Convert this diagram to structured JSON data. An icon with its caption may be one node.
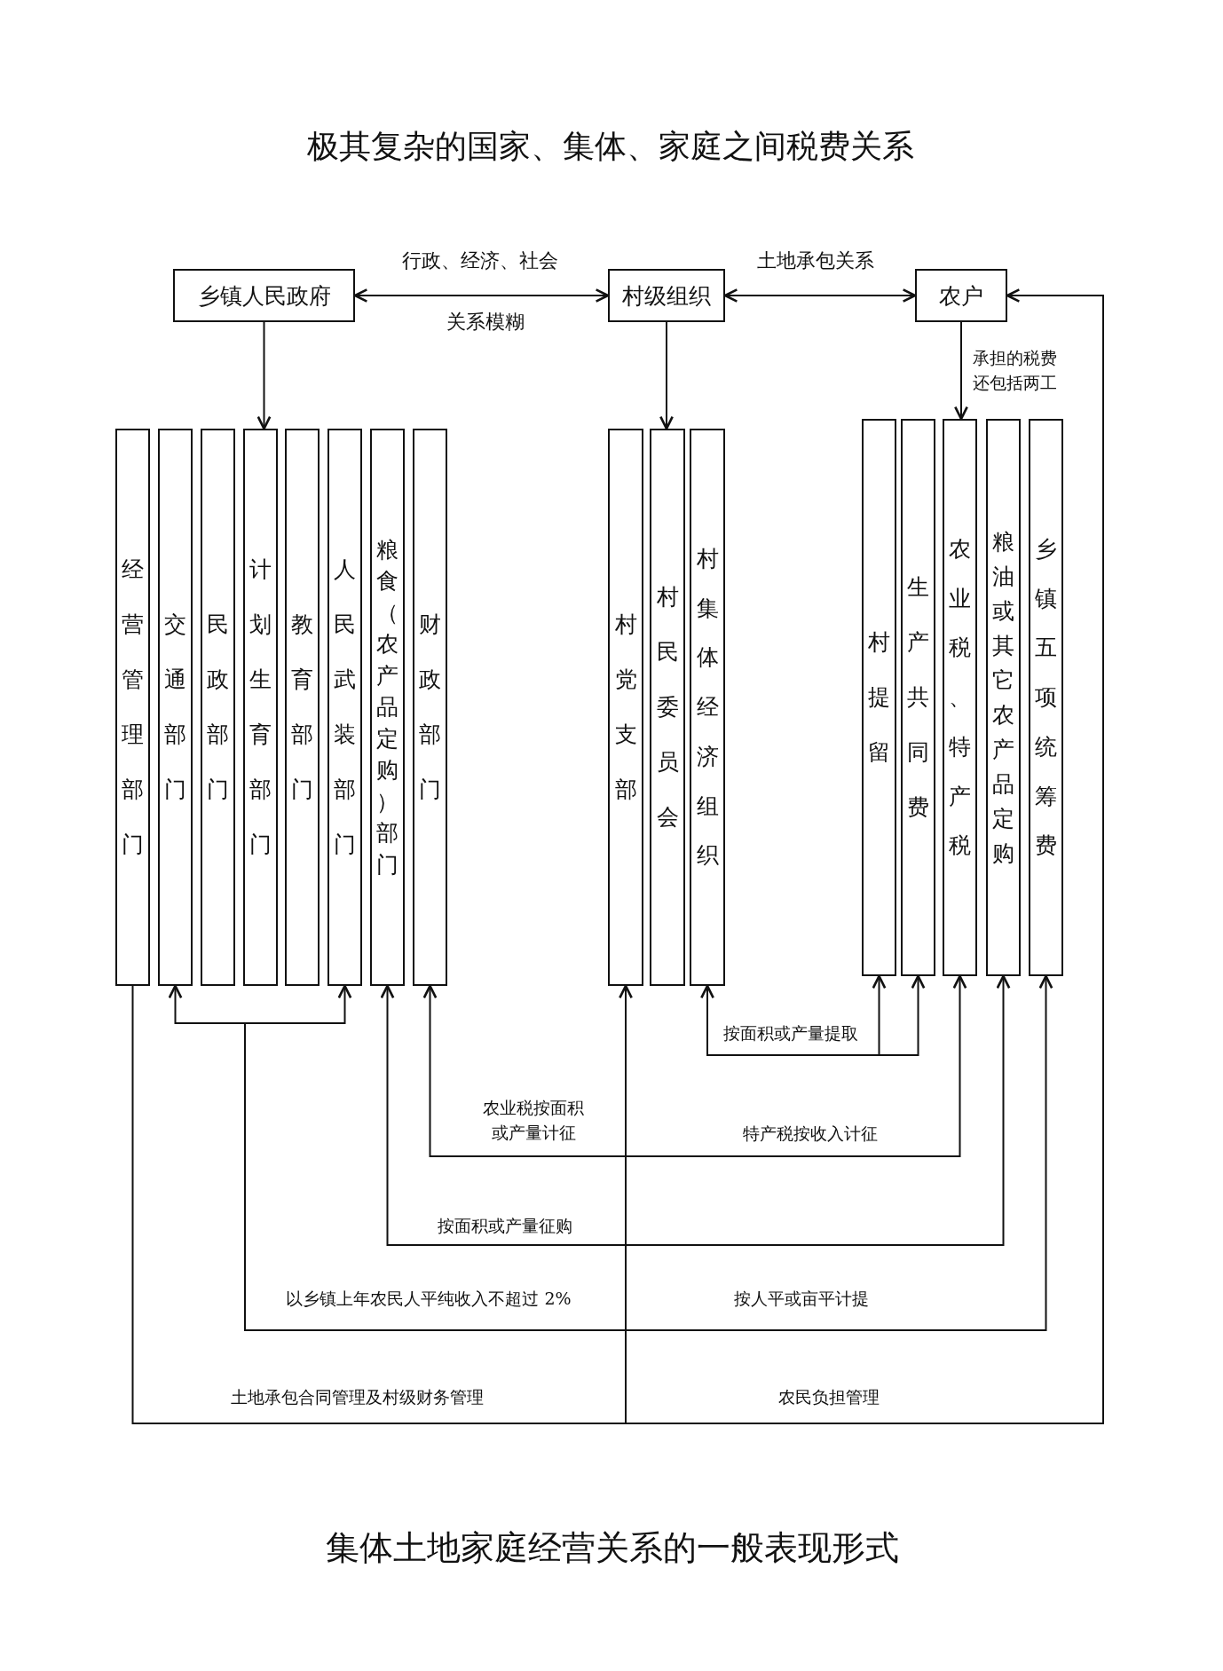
{
  "diagram": {
    "title": "极其复杂的国家、集体、家庭之间税费关系",
    "caption": "集体土地家庭经营关系的一般表现形式",
    "nodes": [
      {
        "text": [
          "乡镇人民政府"
        ]
      },
      {
        "text": [
          "村级组织"
        ]
      },
      {
        "text": [
          "农户"
        ]
      },
      {
        "text": [
          "经营管理部门"
        ]
      },
      {
        "text": [
          "交通部门"
        ]
      },
      {
        "text": [
          "民政部门"
        ]
      },
      {
        "text": [
          "计划生育部门"
        ]
      },
      {
        "text": [
          "教育部门"
        ]
      },
      {
        "text": [
          "人民武装部门"
        ]
      },
      {
        "text": [
          "粮食（农产品定购）部门"
        ]
      },
      {
        "text": [
          "财政部门"
        ]
      },
      {
        "text": [
          "村党支部"
        ]
      },
      {
        "text": [
          "村民委员会"
        ]
      },
      {
        "text": [
          "村集体经济组织"
        ]
      },
      {
        "text": [
          "村提留"
        ]
      },
      {
        "text": [
          "生产共同费"
        ]
      },
      {
        "text": [
          "农业税、特产税"
        ]
      },
      {
        "text": [
          "粮油或其它农产品定购"
        ]
      },
      {
        "text": [
          "乡镇五项统筹费"
        ]
      }
    ],
    "edges": [
      {
        "from": 0,
        "to": 1,
        "arrow": "both",
        "label": "行政、经济、社会"
      },
      {
        "from": 1,
        "to": 2,
        "arrow": "both",
        "label": "土地承包关系"
      },
      {
        "from": 0,
        "to": 6,
        "arrow": "to"
      },
      {
        "from": 1,
        "to": 12,
        "arrow": "to"
      },
      {
        "from": 2,
        "to": 16,
        "arrow": "to",
        "label": "承担的税费还包括两工"
      },
      {
        "from": 13,
        "to": 14,
        "arrow": "both",
        "label": "按面积或产量提取"
      },
      {
        "from": 13,
        "to": 15,
        "arrow": "both"
      },
      {
        "from": 10,
        "to": 16,
        "arrow": "both",
        "label": "特产税按收入计征"
      },
      {
        "from": 9,
        "to": 17,
        "arrow": "both",
        "label": "按面积或产量征购"
      },
      {
        "from": 4,
        "to": 18,
        "arrow": "both",
        "label": "按人平或亩平计提"
      },
      {
        "from": 8,
        "to": 18,
        "arrow": "both"
      },
      {
        "from": 3,
        "to": 2,
        "arrow": "to",
        "label": "农民负担管理"
      },
      {
        "from": null,
        "to": 11,
        "arrow": "to"
      }
    ],
    "labels": [
      "关系模糊",
      "农业税按面积或产量计征",
      "以乡镇上年农民人平纯收入不超过 2%",
      "土地承包合同管理及村级财务管理"
    ]
  }
}
